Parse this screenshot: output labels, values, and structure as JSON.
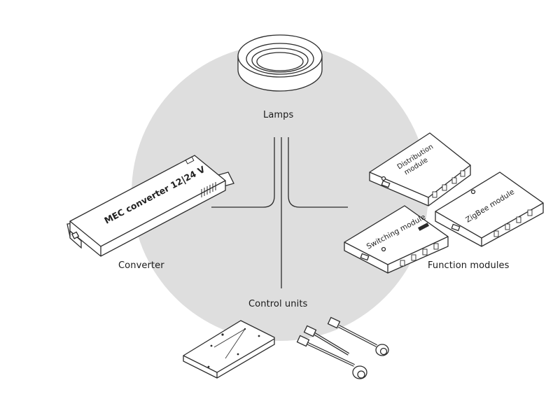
{
  "labels": {
    "lamps": "Lamps",
    "converter": "Converter",
    "control_units": "Control units",
    "function_modules": "Function modules"
  },
  "devices": {
    "converter_text": "MEC converter 12|24 V",
    "distribution_line1": "Distribution",
    "distribution_line2": "module",
    "zigbee_text": "ZigBee module",
    "switching_text": "Switching module"
  },
  "colors": {
    "circle": "#dedede",
    "stroke": "#2b2b2b",
    "device_fill": "#ffffff"
  }
}
